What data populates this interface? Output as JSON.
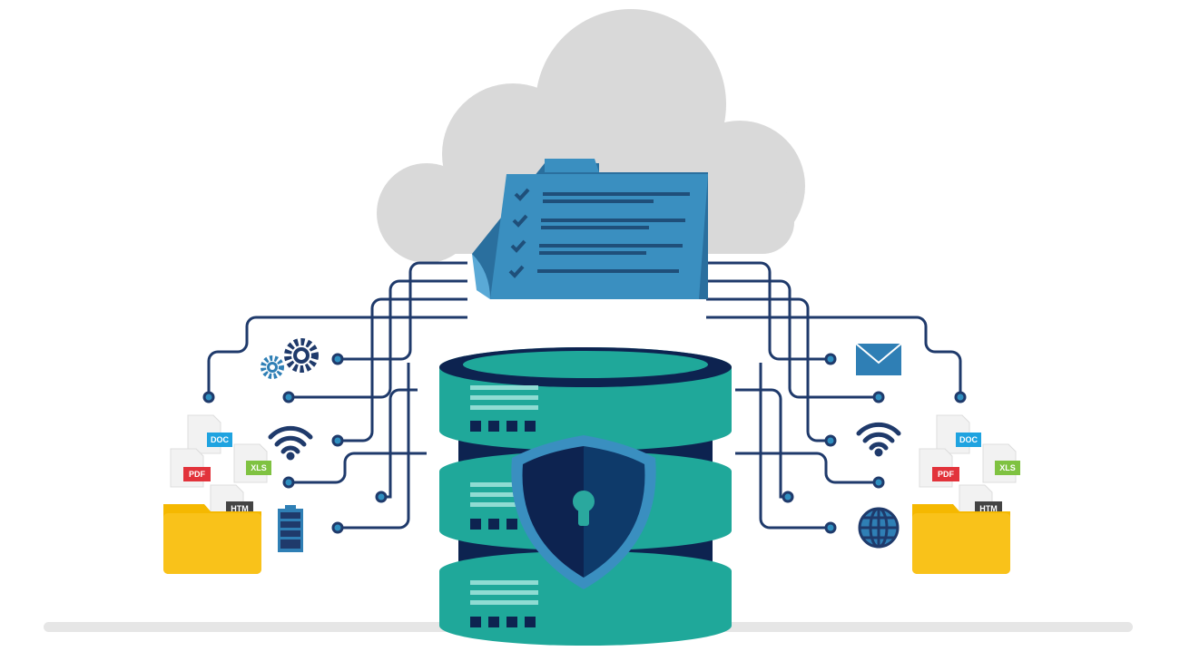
{
  "illustration": {
    "colors": {
      "cloud": "#d9d9d9",
      "folder_blue": "#3a8fc0",
      "wire": "#1f3a6b",
      "teal": "#1fa89a",
      "navy": "#0d2350",
      "folder_yellow": "#f5b800"
    },
    "left_files": {
      "doc": "DOC",
      "pdf": "PDF",
      "xls": "XLS",
      "htm": "HTM"
    },
    "right_files": {
      "doc": "DOC",
      "pdf": "PDF",
      "xls": "XLS",
      "htm": "HTM"
    },
    "icons": [
      "gears-icon",
      "wifi-icon",
      "battery-icon",
      "envelope-icon",
      "wifi-icon",
      "globe-icon",
      "shield-lock-icon",
      "cloud-icon",
      "folder-checklist-icon",
      "database-icon"
    ]
  }
}
